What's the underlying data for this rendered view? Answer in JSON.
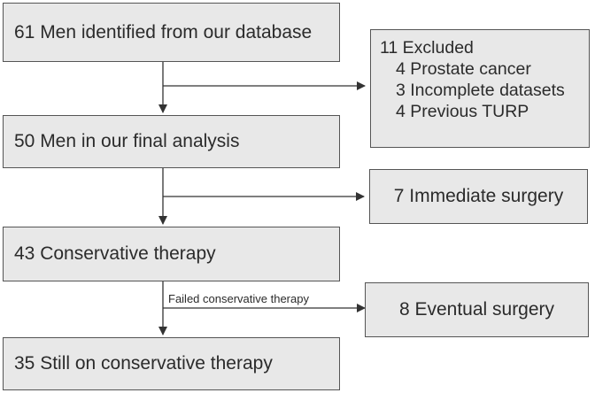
{
  "boxes": {
    "identified": "61 Men identified from our database",
    "final_analysis": "50 Men in our final analysis",
    "conservative": "43 Conservative therapy",
    "still_conservative": "35 Still on conservative therapy",
    "excluded": {
      "title": "11 Excluded",
      "items": [
        "4 Prostate cancer",
        "3 Incomplete datasets",
        "4 Previous TURP"
      ]
    },
    "immediate_surgery": "7 Immediate surgery",
    "eventual_surgery": "8 Eventual surgery"
  },
  "labels": {
    "failed_conservative": "Failed conservative therapy"
  },
  "colors": {
    "box_fill": "#e8e8e8",
    "box_border": "#555555",
    "line": "#333333",
    "text": "#2b2b2b"
  }
}
